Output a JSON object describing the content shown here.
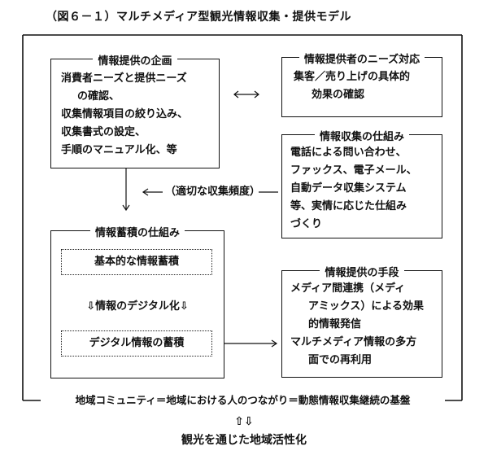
{
  "title": "（図６－１）マルチメディア型観光情報収集・提供モデル",
  "planning": {
    "heading": "情報提供の企画",
    "lines": [
      "消費者ニーズと提供ニーズ",
      "の確認、",
      "収集情報項目の絞り込み、",
      "収集書式の設定、",
      "手順のマニュアル化、等"
    ]
  },
  "needs": {
    "heading": "情報提供者のニーズ対応",
    "lines": [
      "集客／売り上げの具体的",
      "効果の確認"
    ]
  },
  "collection": {
    "heading": "情報収集の仕組み",
    "lines": [
      "電話による問い合わせ、",
      "ファックス、電子メール、",
      "自動データ収集システム",
      "等、実情に応じた仕組み",
      "づくり"
    ]
  },
  "frequency_label": "（適切な収集頻度）",
  "storage": {
    "heading": "情報蓄積の仕組み",
    "basic": "基本的な情報蓄積",
    "digitize": "⇩情報のデジタル化⇩",
    "digital": "デジタル情報の蓄積"
  },
  "means": {
    "heading": "情報提供の手段",
    "lines": [
      "メディア間連携（メディ",
      "アミックス）による効果",
      "的情報発信",
      "マルチメディア情報の多方",
      "面での再利用"
    ]
  },
  "foundation": "地域コミュニティ＝地域における人のつながり＝動態情報収集継続の基盤",
  "double_arrow": "⇧⇩",
  "footer": "観光を通じた地域活性化"
}
